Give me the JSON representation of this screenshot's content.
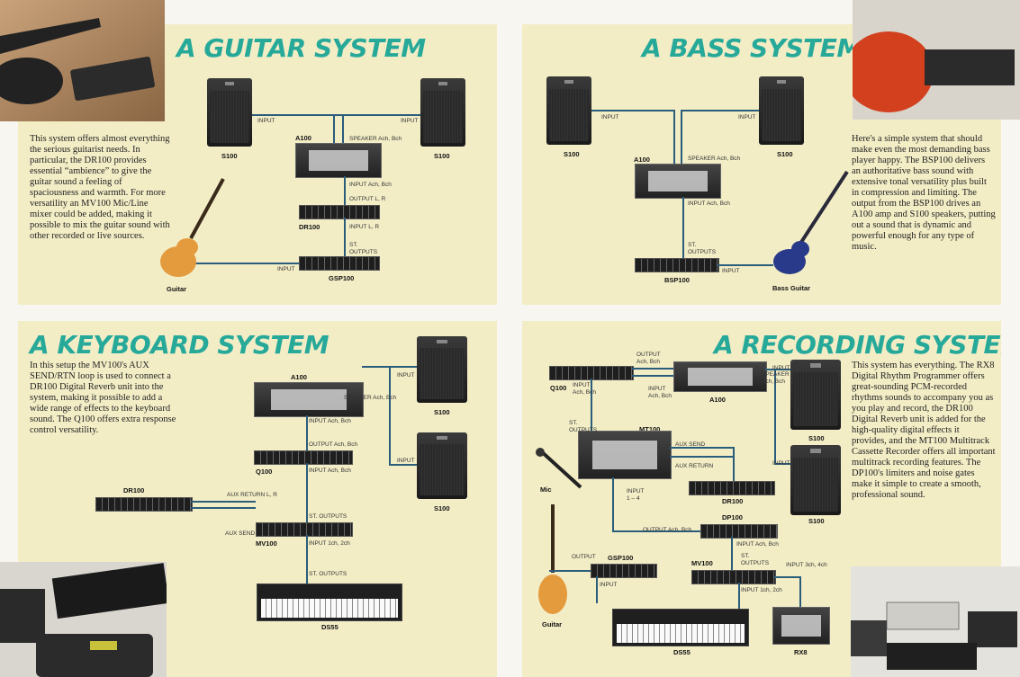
{
  "guitar": {
    "title": "A GUITAR SYSTEM",
    "desc": "This system offers almost everything the serious guitarist needs. In particular, the DR100 provides essential “ambience” to give the guitar sound a feeling of spaciousness and warmth. For more versatility an MV100 Mic/Line mixer could be added, making it possible to mix the guitar sound with other recorded or live sources.",
    "devices": {
      "s100_left": "S100",
      "s100_right": "S100",
      "a100": "A100",
      "dr100": "DR100",
      "gsp100": "GSP100",
      "guitar": "Guitar"
    },
    "labels": {
      "input_l": "INPUT",
      "input_r": "INPUT",
      "speaker": "SPEAKER Ach, Bch",
      "input_ab": "INPUT Ach, Bch",
      "output_lr": "OUTPUT L, R",
      "input_lr": "INPUT L, R",
      "st_outputs": "ST.\nOUTPUTS",
      "input_g": "INPUT"
    }
  },
  "bass": {
    "title": "A BASS SYSTEM",
    "desc": "Here's a simple system that should make even the most demanding bass player happy. The BSP100 delivers an authoritative bass sound with extensive tonal versatility plus built in compression and limiting. The output from the BSP100 drives an A100 amp and S100 speakers, putting out a sound that is dynamic and powerful enough for any type of music.",
    "devices": {
      "s100_left": "S100",
      "s100_right": "S100",
      "a100": "A100",
      "bsp100": "BSP100",
      "bass_guitar": "Bass Guitar"
    },
    "labels": {
      "input_l": "INPUT",
      "input_r": "INPUT",
      "speaker": "SPEAKER Ach, Bch",
      "input_ab": "INPUT Ach, Bch",
      "st_outputs": "ST.\nOUTPUTS",
      "input_b": "INPUT"
    }
  },
  "keyboard": {
    "title": "A KEYBOARD SYSTEM",
    "desc": "In this setup the MV100's AUX SEND/RTN loop is used to connect a DR100 Digital Reverb unit into the system, making it possible to add a wide range of effects to the keyboard sound. The Q100 offers extra response control versatility.",
    "devices": {
      "a100": "A100",
      "s100_top": "S100",
      "s100_bottom": "S100",
      "q100": "Q100",
      "dr100": "DR100",
      "mv100": "MV100",
      "ds55": "DS55"
    },
    "labels": {
      "input_top": "INPUT",
      "input_bot": "INPUT",
      "speaker": "SPEAKER Ach, Bch",
      "input_ab1": "INPUT Ach, Bch",
      "output_ab": "OUTPUT Ach, Bch",
      "input_ab2": "INPUT Ach, Bch",
      "aux_return": "AUX RETURN L, R",
      "aux_send": "AUX SEND",
      "st_outputs1": "ST. OUTPUTS",
      "input_12": "INPUT 1ch, 2ch",
      "st_outputs2": "ST. OUTPUTS"
    }
  },
  "recording": {
    "title": "A RECORDING SYSTEM",
    "desc": "This system has everything. The RX8 Digital Rhythm Programmer offers great-sounding PCM-recorded rhythms sounds to accompany you as you play and record, the DR100 Digital Reverb unit is added for the high-quality digital effects it provides, and the MT100 Multitrack Cassette Recorder offers all important multitrack recording features. The DP100's limiters and noise gates make it simple to create a smooth, professional sound.",
    "devices": {
      "q100": "Q100",
      "a100": "A100",
      "mt100": "MT100",
      "s100_top": "S100",
      "s100_bottom": "S100",
      "dr100": "DR100",
      "dp100": "DP100",
      "gsp100": "GSP100",
      "mv100": "MV100",
      "mic": "Mic",
      "guitar": "Guitar",
      "ds55": "DS55",
      "rx8": "RX8"
    },
    "labels": {
      "output_ab": "OUTPUT\nAch, Bch",
      "input_ab_q": "INPUT\nAch, Bch",
      "input_ab_a": "INPUT\nAch, Bch",
      "speaker": "SPEAKER\nAch, Bch",
      "input_s1": "INPUT",
      "input_s2": "INPUT",
      "st_outputs": "ST.\nOUTPUTS",
      "aux_send": "AUX SEND",
      "aux_return": "AUX RETURN",
      "input_14": "INPUT\n1 – 4",
      "output_ab_dp": "OUTPUT Ach, Bch",
      "input_ab_dp": "INPUT Ach, Bch",
      "output": "OUTPUT",
      "input_g": "INPUT",
      "st_outputs2": "ST.\nOUTPUTS",
      "input_34": "INPUT 3ch, 4ch",
      "input_12": "INPUT 1ch, 2ch"
    }
  },
  "colors": {
    "title": "#27a99a",
    "panel": "#f3edc6",
    "cable": "#2a5d7c"
  },
  "icons": [
    "guitar-photo",
    "bass-photo",
    "keyboard-photo",
    "recording-photo",
    "speaker-icon",
    "amp-icon",
    "rack-unit-icon",
    "keyboard-icon",
    "guitar-icon",
    "microphone-icon"
  ]
}
